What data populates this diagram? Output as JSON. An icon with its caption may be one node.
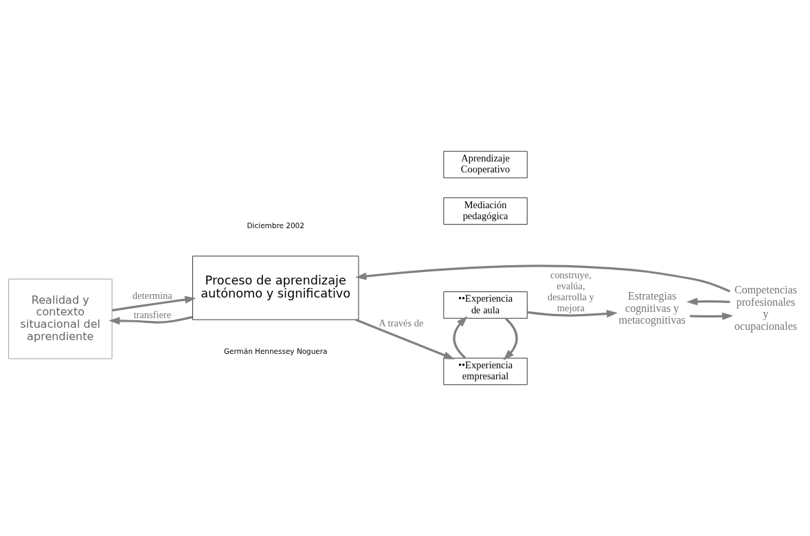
{
  "diagram": {
    "nodes": [
      {
        "text": [
          "Realidad y contexto situacional del aprendiente"
        ]
      },
      {
        "text": [
          "Proceso de aprendizaje autónomo y significativo"
        ]
      },
      {
        "text": [
          "Competencias profesionales y ocupacionales"
        ]
      },
      {
        "text": [
          "Estrategias cognitivas y metacognitivas"
        ]
      },
      {
        "text": [
          "••Experiencia de aula"
        ]
      },
      {
        "text": [
          "Mediación pedagógica"
        ]
      },
      {
        "text": [
          "Aprendizaje Cooperativo"
        ]
      },
      {
        "text": [
          "••Experiencia empresarial"
        ]
      }
    ],
    "edges": [
      {
        "from": 1,
        "to": 0,
        "arrow": "to",
        "label": "transfiere"
      },
      {
        "from": 0,
        "to": 1,
        "arrow": "to",
        "label": "determina"
      },
      {
        "from": 2,
        "to": 1,
        "arrow": "to"
      },
      {
        "from": 2,
        "to": 3,
        "arrow": "to"
      },
      {
        "from": 3,
        "to": 2,
        "arrow": "to"
      },
      {
        "from": 4,
        "to": 3,
        "arrow": "to",
        "label": "construye, evalúa, desarrolla y mejora"
      },
      {
        "from": 1,
        "to": 7,
        "arrow": "to",
        "label": "A través de"
      },
      {
        "from": 4,
        "to": 7,
        "arrow": "to"
      },
      {
        "from": 7,
        "to": 4,
        "arrow": "to"
      }
    ],
    "labels": [
      "Germán Hennessey Noguera",
      "Diciembre 2002"
    ]
  }
}
